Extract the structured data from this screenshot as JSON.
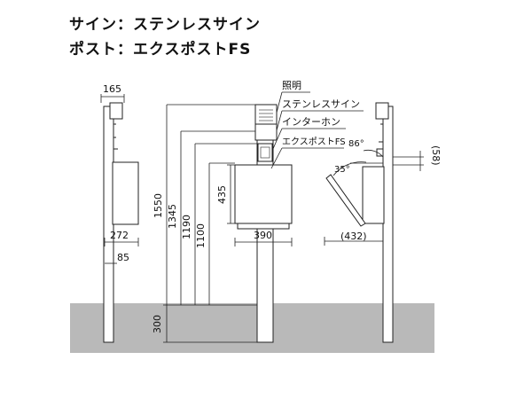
{
  "header": {
    "sign_line": "サイン：ステンレスサイン",
    "post_line": "ポスト：エクスポストFS"
  },
  "labels": {
    "lighting": "照明",
    "stainless_sign": "ステンレスサイン",
    "intercom": "インターホン",
    "expost_fs": "エクスポストFS"
  },
  "dimensions": {
    "d165": "165",
    "d272": "272",
    "d85": "85",
    "d1550": "1550",
    "d1345": "1345",
    "d1190": "1190",
    "d1100": "1100",
    "d435": "435",
    "d390": "390",
    "d300": "300",
    "d432": "(432)",
    "d58": "(58)",
    "a35": "35°",
    "a86": "86°"
  },
  "colors": {
    "ground": "#b9b9b9",
    "line": "#222222",
    "panel": "#ffffff"
  }
}
